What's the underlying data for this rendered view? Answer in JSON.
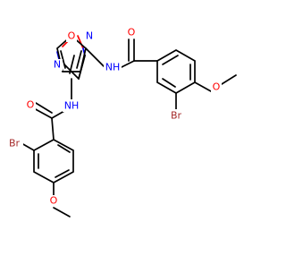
{
  "molecule": {
    "atom_labels": {
      "furazan_o": "O",
      "furazan_n_top": "N",
      "furazan_n_left": "N",
      "amide_nh_right": "NH",
      "amide_nh_left": "NH",
      "carbonyl_o_right": "O",
      "carbonyl_o_left": "O",
      "methoxy_o_right": "O",
      "methoxy_o_left": "O",
      "bromo_right": "Br",
      "bromo_left": "Br"
    },
    "colors": {
      "bond": "#000000",
      "oxygen": "#ff0000",
      "nitrogen": "#0000ff",
      "bromine": "#a52a2a"
    }
  }
}
